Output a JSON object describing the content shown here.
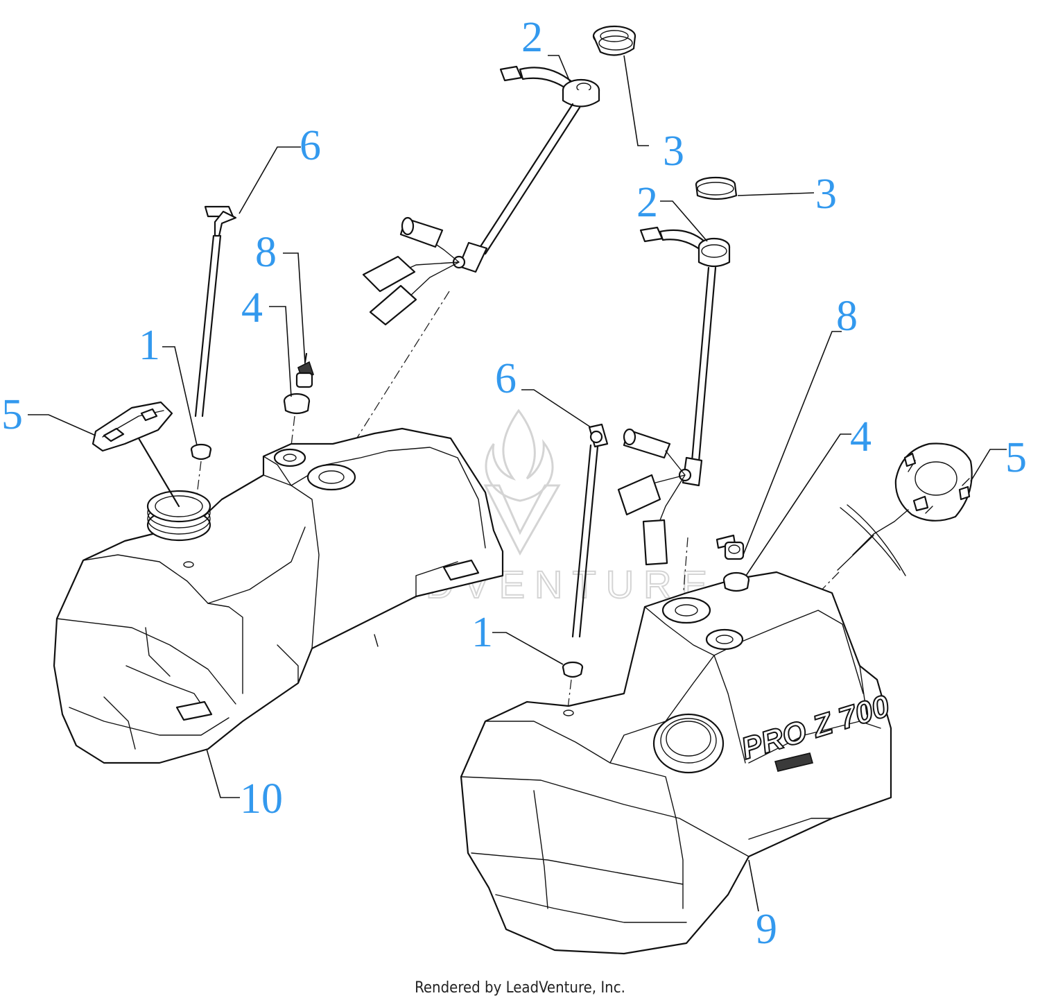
{
  "colors": {
    "callout": "#3399ee",
    "line": "#111111",
    "watermark": "#d4d4d4"
  },
  "callouts": {
    "c1a": "1",
    "c1b": "1",
    "c2a": "2",
    "c2b": "2",
    "c3a": "3",
    "c3b": "3",
    "c4a": "4",
    "c4b": "4",
    "c5a": "5",
    "c5b": "5",
    "c6a": "6",
    "c6b": "6",
    "c8a": "8",
    "c8b": "8",
    "c9": "9",
    "c10": "10"
  },
  "tank_label": "PRO Z 700",
  "watermark_logo": "LeadVenture",
  "watermark_text": "LEADVENTURE",
  "footer": "Rendered by LeadVenture, Inc."
}
